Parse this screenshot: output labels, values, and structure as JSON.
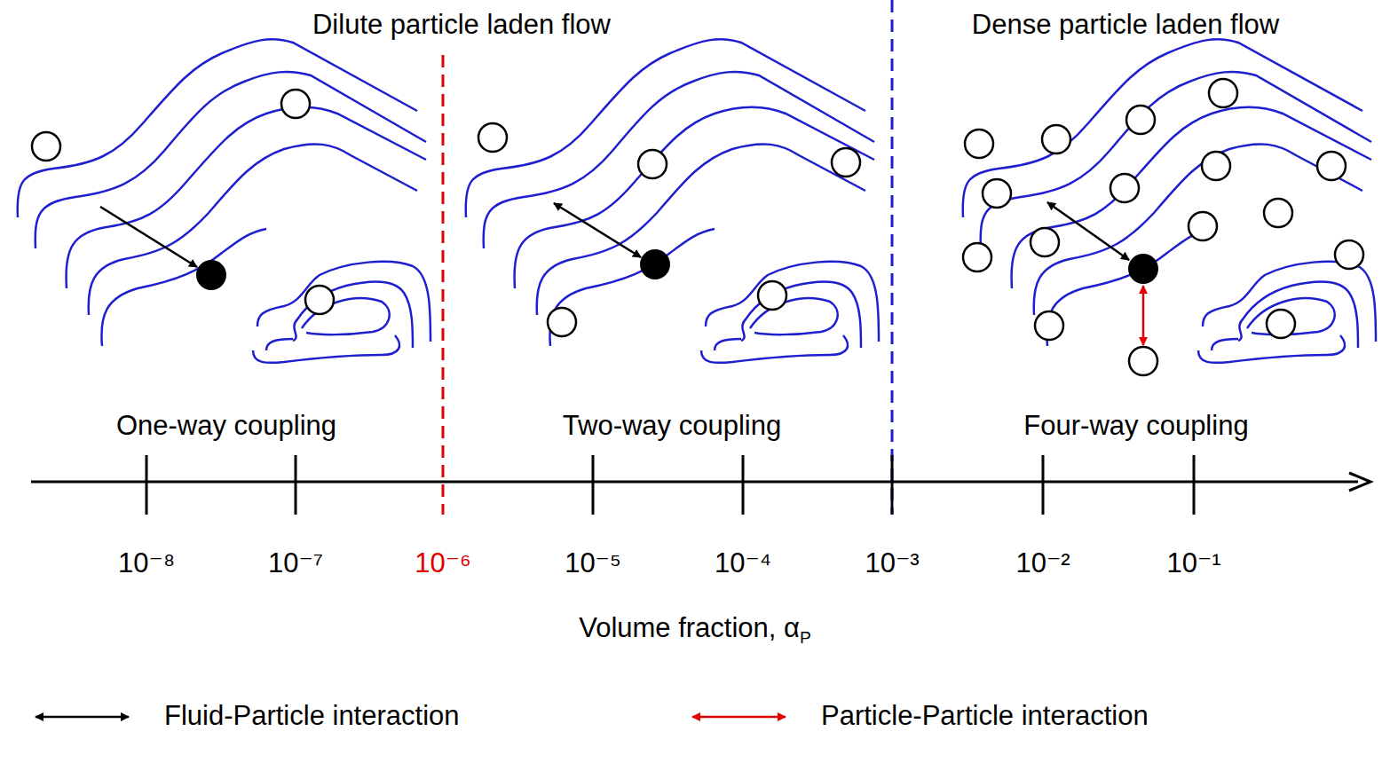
{
  "diagram": {
    "labels": [
      "Dilute particle laden flow",
      "Dense particle laden flow",
      "One-way coupling",
      "Two-way coupling",
      "Four-way coupling",
      "10⁻⁸",
      "10⁻⁷",
      "10⁻⁶",
      "10⁻⁵",
      "10⁻⁴",
      "10⁻³",
      "10⁻²",
      "10⁻¹",
      "Volume fraction, α",
      "P"
    ],
    "legend": [
      {
        "text": "Fluid-Particle interaction"
      },
      {
        "text": "Particle-Particle interaction"
      }
    ]
  }
}
